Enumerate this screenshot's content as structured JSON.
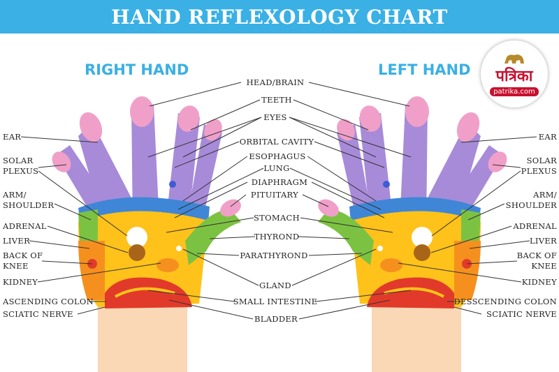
{
  "title": "HAND REFLEXOLOGY CHART",
  "right_hand_title": "RIGHT HAND",
  "left_hand_title": "LEFT HAND",
  "logo": {
    "name": "पत्रिका",
    "url": "patrika.com"
  },
  "center_labels": {
    "head_brain": "HEAD/BRAIN",
    "teeth": "TEETH",
    "eyes": "EYES",
    "orbital_cavity": "ORBITAL CAVITY",
    "esophagus": "ESOPHAGUS",
    "lung": "LUNG",
    "diaphragm": "DIAPHRAGM",
    "pituitary": "PITUITARY",
    "stomach": "STOMACH",
    "thyrond": "THYROND",
    "parathyrond": "PARATHYROND",
    "gland": "GLAND",
    "small_intestine": "SMALL INTESTINE",
    "bladder": "BLADDER"
  },
  "right_side_labels": {
    "ear": "EAR",
    "solar_1": "SOLAR",
    "solar_2": "PLEXUS",
    "arm_1": "ARM/",
    "arm_2": "SHOULDER",
    "adrenal": "ADRENAL",
    "liver": "LIVER",
    "back_1": "BACK OF",
    "back_2": "KNEE",
    "kidney": "KIDNEY",
    "colon": "ASCENDING COLON",
    "sciatic": "SCIATIC NERVE"
  },
  "left_side_labels": {
    "ear": "EAR",
    "solar_1": "SOLAR",
    "solar_2": "PLEXUS",
    "arm_1": "ARM/",
    "arm_2": "SHOULDER",
    "adrenal": "ADRENAL",
    "liver": "LIVER",
    "back_1": "BACK OF",
    "back_2": "KNEE",
    "kidney": "KIDNEY",
    "colon": "DESSCENDING COLON",
    "sciatic": "SCIATIC NERVE"
  },
  "colors": {
    "banner": "#3ab0e4",
    "finger_purple": "#a78bd8",
    "fingertip_pink": "#f0a0c8",
    "band_blue": "#3f86d6",
    "palm_yellow": "#ffc21a",
    "green": "#7cc242",
    "orange": "#f5901e",
    "red": "#e23a2a",
    "skin": "#fad7b5",
    "logo_red": "#c8102e"
  }
}
